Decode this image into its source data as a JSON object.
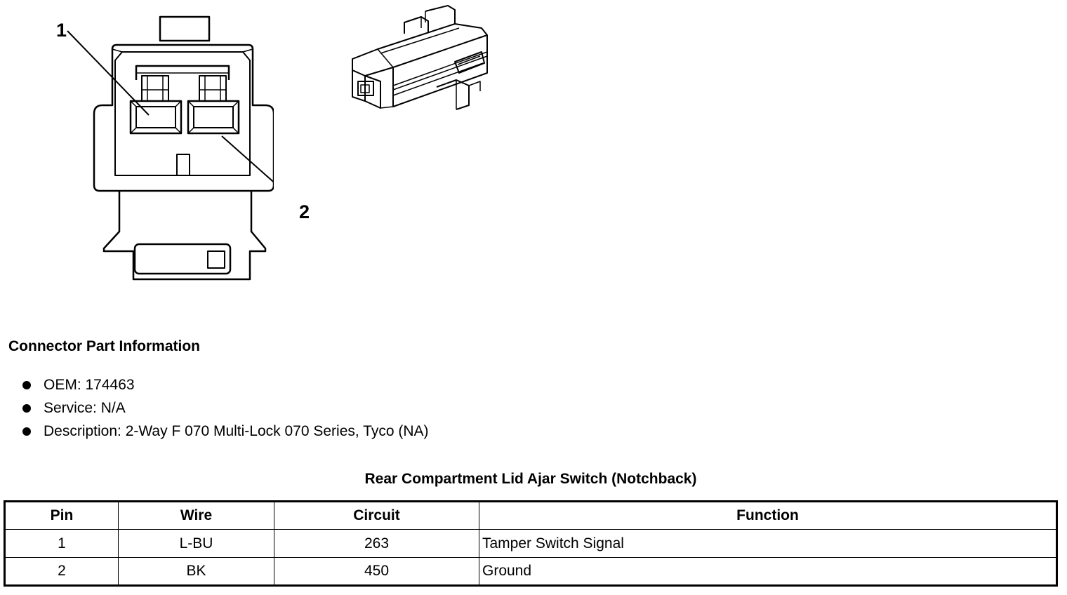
{
  "diagram": {
    "pin_labels": [
      "1",
      "2"
    ]
  },
  "connector_info": {
    "title": "Connector Part Information",
    "items": [
      "OEM: 174463",
      "Service: N/A",
      "Description: 2-Way F 070 Multi-Lock 070 Series, Tyco (NA)"
    ]
  },
  "table": {
    "title": "Rear Compartment Lid Ajar Switch (Notchback)",
    "headers": [
      "Pin",
      "Wire",
      "Circuit",
      "Function"
    ],
    "rows": [
      [
        "1",
        "L-BU",
        "263",
        "Tamper Switch Signal"
      ],
      [
        "2",
        "BK",
        "450",
        "Ground"
      ]
    ]
  }
}
